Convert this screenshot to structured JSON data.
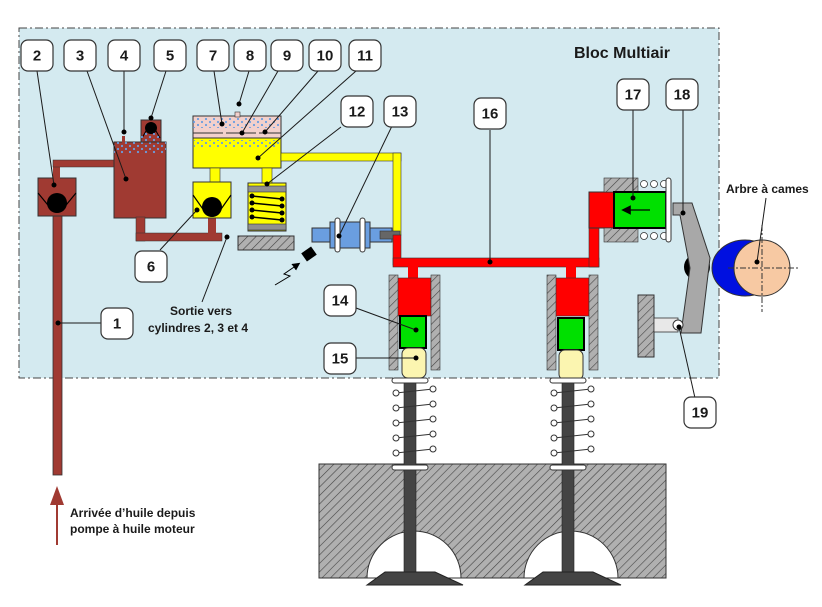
{
  "diagram": {
    "title": "Bloc Multiair",
    "colors": {
      "block_background": "#d4eaf0",
      "engine_oil": "#a03a32",
      "low_pressure_oil": "#ffff00",
      "reservoir_air": "#f2d0cc",
      "high_pressure_oil": "#ff0000",
      "piston": "#00e000",
      "tappet": "#fbf5b0",
      "solenoid": "#6a9ee0",
      "hatch": "#aaaaaa",
      "cam": "#f7c9a3",
      "cam_lobe": "#0010e0",
      "rocker": "#a8a8a8",
      "bubbles": "#6a9ee0"
    },
    "callouts": [
      {
        "id": "1",
        "label": "1"
      },
      {
        "id": "2",
        "label": "2"
      },
      {
        "id": "3",
        "label": "3"
      },
      {
        "id": "4",
        "label": "4"
      },
      {
        "id": "5",
        "label": "5"
      },
      {
        "id": "6",
        "label": "6"
      },
      {
        "id": "7",
        "label": "7"
      },
      {
        "id": "8",
        "label": "8"
      },
      {
        "id": "9",
        "label": "9"
      },
      {
        "id": "10",
        "label": "10"
      },
      {
        "id": "11",
        "label": "11"
      },
      {
        "id": "12",
        "label": "12"
      },
      {
        "id": "13",
        "label": "13"
      },
      {
        "id": "14",
        "label": "14"
      },
      {
        "id": "15",
        "label": "15"
      },
      {
        "id": "16",
        "label": "16"
      },
      {
        "id": "17",
        "label": "17"
      },
      {
        "id": "18",
        "label": "18"
      },
      {
        "id": "19",
        "label": "19"
      }
    ],
    "annotations": {
      "outlet_line1": "Sortie vers",
      "outlet_line2": "cylindres 2, 3 et 4",
      "inlet_line1": "Arrivée d’huile depuis",
      "inlet_line2": "pompe à huile moteur",
      "camshaft": "Arbre à cames"
    }
  }
}
